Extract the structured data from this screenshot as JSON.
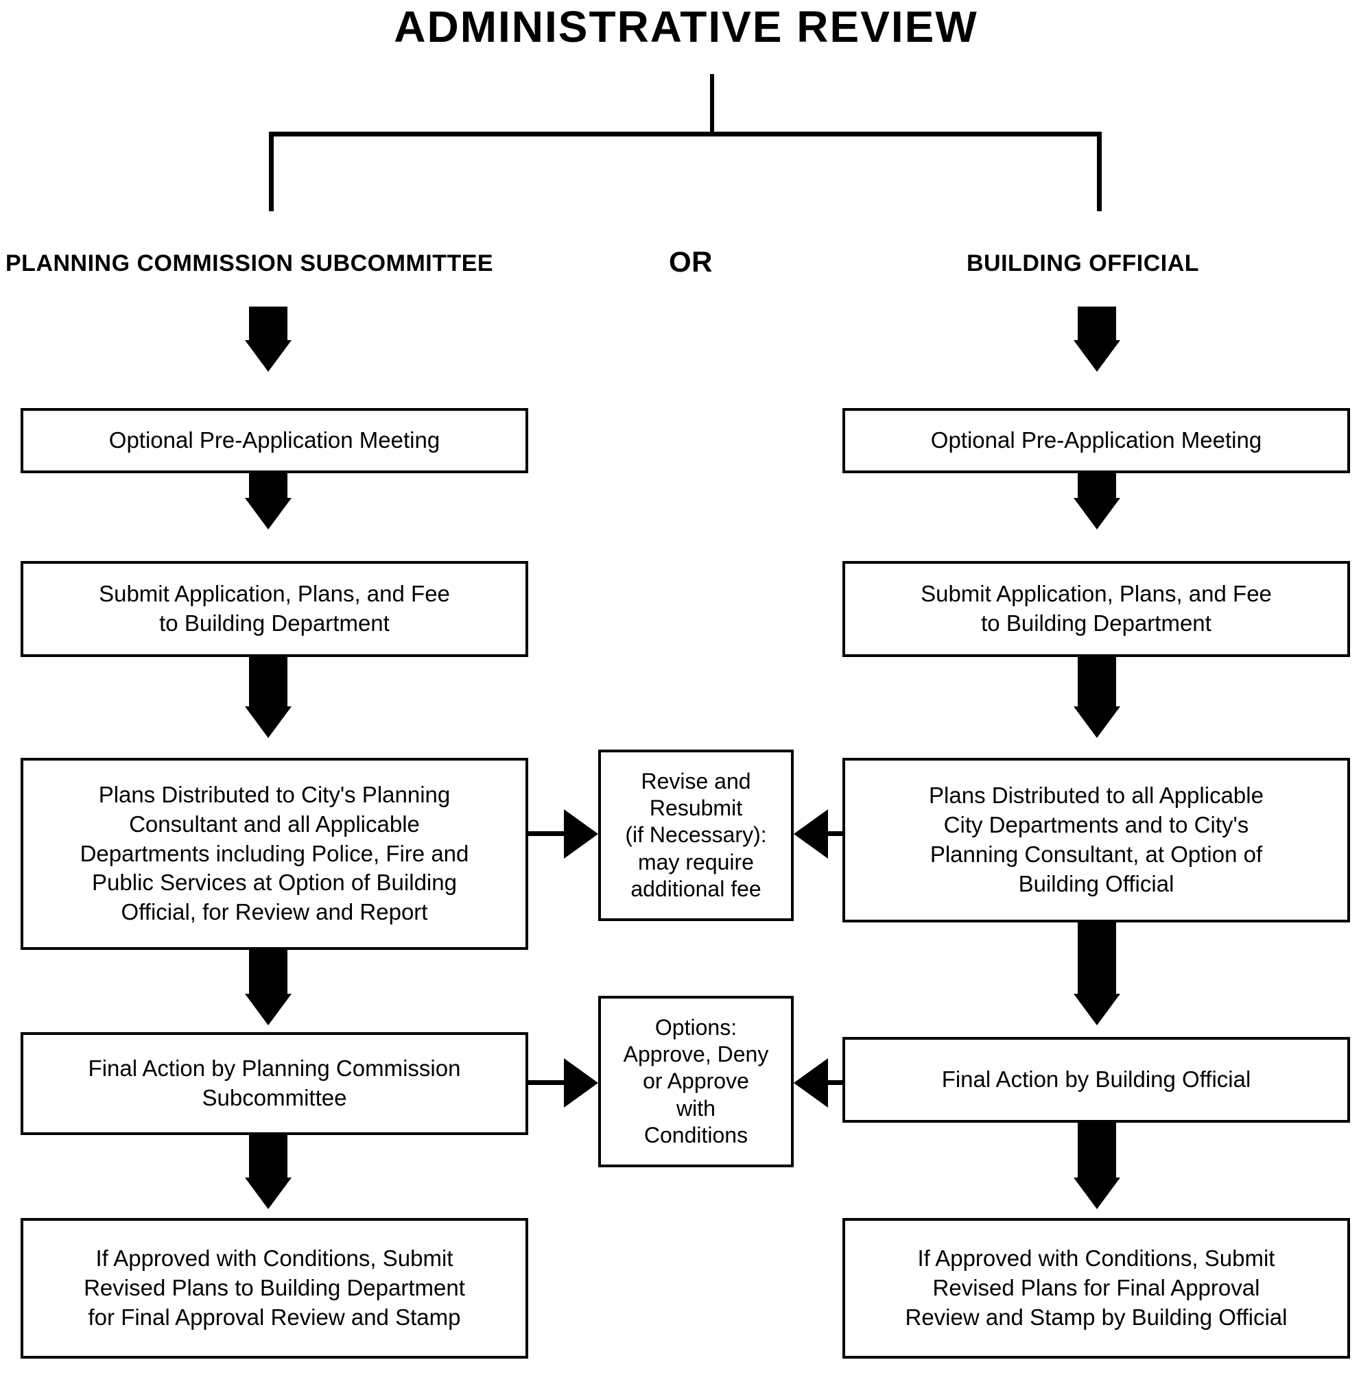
{
  "title": "ADMINISTRATIVE REVIEW",
  "headers": {
    "left": "PLANNING COMMISSION SUBCOMMITTEE",
    "or": "OR",
    "right": "BUILDING OFFICIAL"
  },
  "left_column": [
    {
      "id": "l1",
      "text": "Optional Pre-Application Meeting"
    },
    {
      "id": "l2",
      "text": "Submit Application, Plans, and Fee\nto Building Department"
    },
    {
      "id": "l3",
      "text": "Plans Distributed to City's Planning\nConsultant and all Applicable\nDepartments including Police, Fire and\nPublic Services at Option of Building\nOfficial, for Review and Report"
    },
    {
      "id": "l4",
      "text": "Final Action by Planning Commission\nSubcommittee"
    },
    {
      "id": "l5",
      "text": "If Approved with Conditions, Submit\nRevised Plans to Building Department\nfor Final Approval Review and Stamp"
    }
  ],
  "center_column": [
    {
      "id": "c1",
      "text": "Revise and\nResubmit\n(if Necessary):\nmay require\nadditional fee"
    },
    {
      "id": "c2",
      "text": "Options:\nApprove, Deny\nor Approve\nwith\nConditions"
    }
  ],
  "right_column": [
    {
      "id": "r1",
      "text": "Optional Pre-Application Meeting"
    },
    {
      "id": "r2",
      "text": "Submit Application, Plans, and Fee\nto Building Department"
    },
    {
      "id": "r3",
      "text": "Plans Distributed to all Applicable\nCity Departments and to City's\nPlanning Consultant, at Option of\nBuilding Official"
    },
    {
      "id": "r4",
      "text": "Final Action by Building Official"
    },
    {
      "id": "r5",
      "text": "If Approved with Conditions, Submit\nRevised Plans for Final Approval\nReview and Stamp by Building Official"
    }
  ],
  "colors": {
    "ink": "#000000",
    "paper": "#ffffff"
  }
}
